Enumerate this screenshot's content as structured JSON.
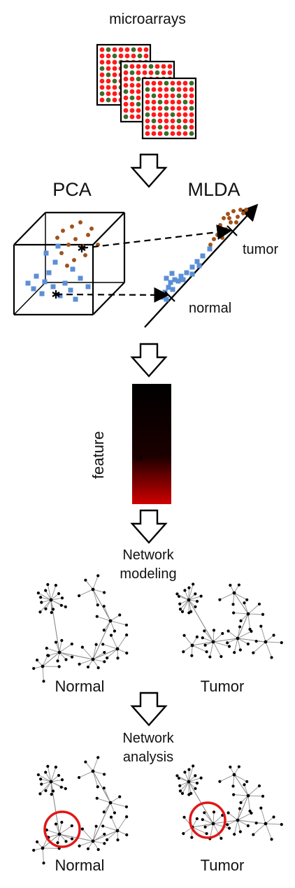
{
  "labels": {
    "microarrays": "microarrays",
    "pca": "PCA",
    "mlda": "MLDA",
    "tumor_axis": "tumor",
    "normal_axis": "normal",
    "feature": "feature",
    "feature_s": "s",
    "network_modeling": [
      "Network",
      "modeling"
    ],
    "normal_net_1": "Normal",
    "tumor_net_1": "Tumor",
    "network_analysis": [
      "Network",
      "analysis"
    ],
    "normal_net_2": "Normal",
    "tumor_net_2": "Tumor"
  },
  "colors": {
    "array_red": "#ff1a1a",
    "array_green": "#3d6b2e",
    "normal_points": "#5b8fd6",
    "tumor_points": "#a0521d",
    "highlight_circle": "#e01818",
    "gradient_top": "#000000",
    "gradient_bottom": "#d00000"
  },
  "icons": [
    "down-arrow-icon",
    "star-marker-icon"
  ]
}
